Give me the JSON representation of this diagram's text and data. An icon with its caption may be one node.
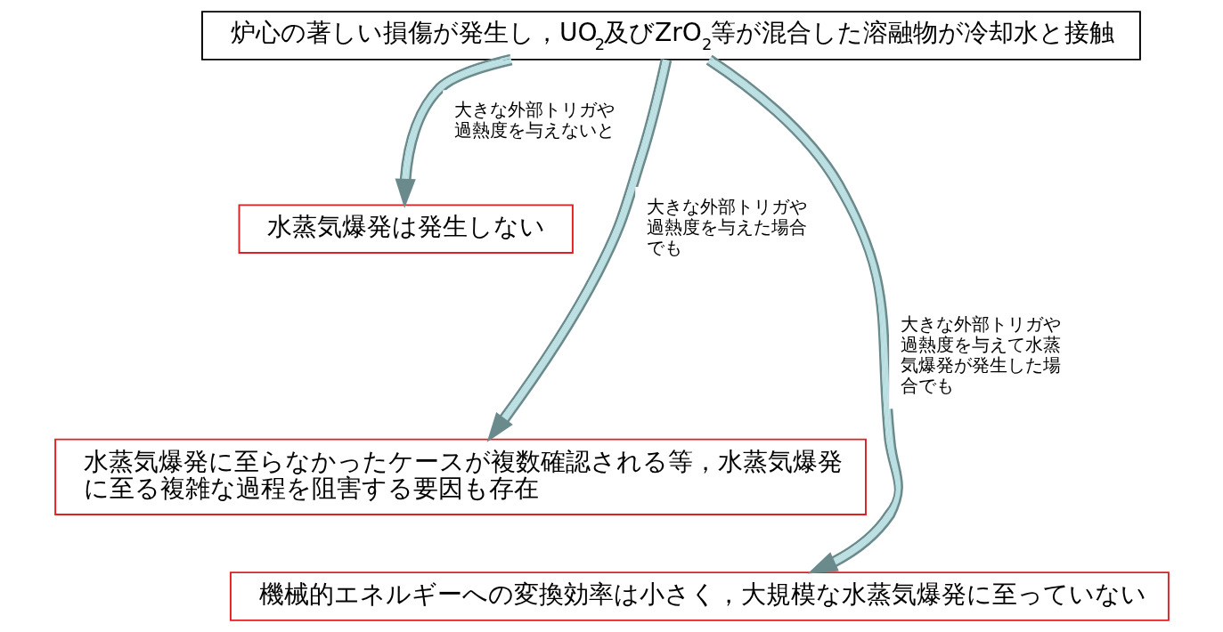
{
  "diagram": {
    "nodes": [
      {
        "text": [
          "炉心の著しい損傷が発生し，UO$_{2}$及びZrO$_{2}$等が混合した溶融物が冷却水と接触"
        ]
      },
      {
        "text": [
          "水蒸気爆発は発生しない"
        ]
      },
      {
        "text": [
          "水蒸気爆発に至らなかったケースが複数確認される等，水蒸気爆発に至る複雑な過程を阻害する要因も存在"
        ]
      },
      {
        "text": [
          "機械的エネルギーへの変換効率は小さく，大規模な水蒸気爆発に至っていない"
        ]
      }
    ],
    "edges": [
      {
        "from": 0,
        "to": 1,
        "arrow": "to",
        "label": "大きな外部トリガや過熱度を与えないと"
      },
      {
        "from": 0,
        "to": 2,
        "arrow": "to",
        "label": "大きな外部トリガや過熱度を与えた場合でも"
      },
      {
        "from": 0,
        "to": 3,
        "arrow": "to",
        "label": "大きな外部トリガや過熱度を与えて水蒸気爆発が発生した場合でも"
      }
    ]
  }
}
